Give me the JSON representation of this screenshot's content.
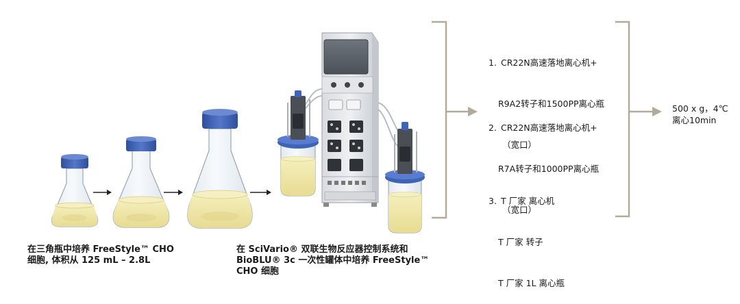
{
  "caption_flasks": {
    "line1": "在三角瓶中培养 FreeStyle™ CHO",
    "line2": "细胞, 体积从 125 mL – 2.8L"
  },
  "caption_bioreactor": {
    "line1": "在 SciVario® 双联生物反应器控制系统和",
    "line2": "BioBLU® 3c 一次性罐体中培养 FreeStyle™",
    "line3": "CHO 细胞"
  },
  "options": [
    {
      "number": "1.",
      "lines": [
        "CR22N高速落地离心机+",
        "R9A2转子和1500PP离心瓶",
        "（宽口）"
      ]
    },
    {
      "number": "2.",
      "lines": [
        "CR22N高速落地离心机+",
        "R7A转子和1000PP离心瓶",
        "（宽口）"
      ]
    },
    {
      "number": "3.",
      "lines": [
        "T 厂家 离心机",
        "T 厂家 转子",
        "T 厂家 1L 离心瓶"
      ]
    }
  ],
  "result": {
    "line1": "500 x g，4℃",
    "line2": "离心10min"
  },
  "colors": {
    "bracket": "#b4aa9a",
    "arrow": "#b4aa9a",
    "flask_arrow": "#222222",
    "cap_blue": "#3f63b5",
    "medium_yellow": "#efe7a8",
    "glass": "#eef3f7",
    "device_body": "#e8e9ec"
  }
}
